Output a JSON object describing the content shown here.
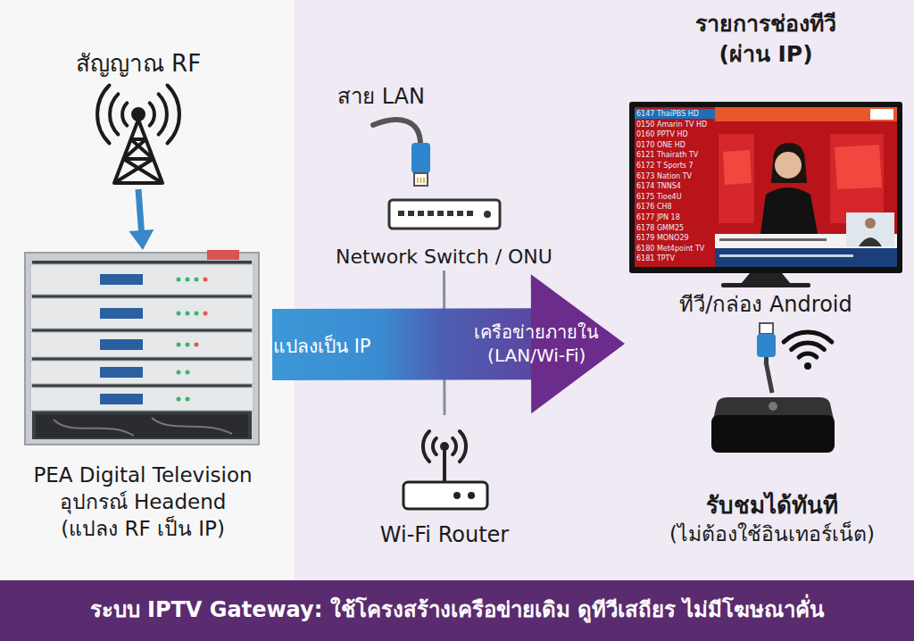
{
  "diagram": {
    "nodes": [
      {
        "text": [
          "สัญญาณ RF"
        ]
      },
      {
        "text": [
          "PEA Digital Television",
          "อุปกรณ์ Headend (แปลง RF เป็น IP)"
        ]
      },
      {
        "text": [
          "Network Switch / ONU"
        ]
      },
      {
        "text": [
          "Wi-Fi Router"
        ]
      },
      {
        "text": [
          "รายการช่องทีวี (ผ่าน IP)",
          "ทีวี/กล่อง Android"
        ]
      },
      {
        "text": [
          "รับชมได้ทันที",
          "(ไม่ต้องใช้อินเทอร์เน็ต)"
        ]
      },
      {
        "text": [
          "ระบบ IPTV Gateway: ใช้โครงสร้างเครือข่ายเดิม ดูทีวีเสถียร ไม่มีโฆษณาคั่น"
        ]
      }
    ],
    "edges": [
      {
        "from": 0,
        "to": 1,
        "arrow": "to"
      },
      {
        "from": 1,
        "to": 4,
        "arrow": "to",
        "label": "เครือข่ายภายใน (LAN/Wi-Fi)"
      },
      {
        "from": 2,
        "to": 3,
        "arrow": "none"
      },
      {
        "from": 4,
        "to": 5,
        "arrow": "none"
      }
    ],
    "labels": [
      "สาย LAN",
      "แปลงเป็น IP",
      "6147 ThaiPBS HD",
      "0150 Amarin TV HD",
      "0160 PPTV HD",
      "0170 ONE HD",
      "6121 Thairath TV",
      "6172 T Sports 7",
      "6173 Nation TV",
      "6174 TNNS4",
      "6175 Tioe4U",
      "6176 CH8",
      "6177 JPN 18",
      "6178 GMM25",
      "6179 MONO29",
      "6180 Met4point TV",
      "6181 TPTV"
    ]
  }
}
